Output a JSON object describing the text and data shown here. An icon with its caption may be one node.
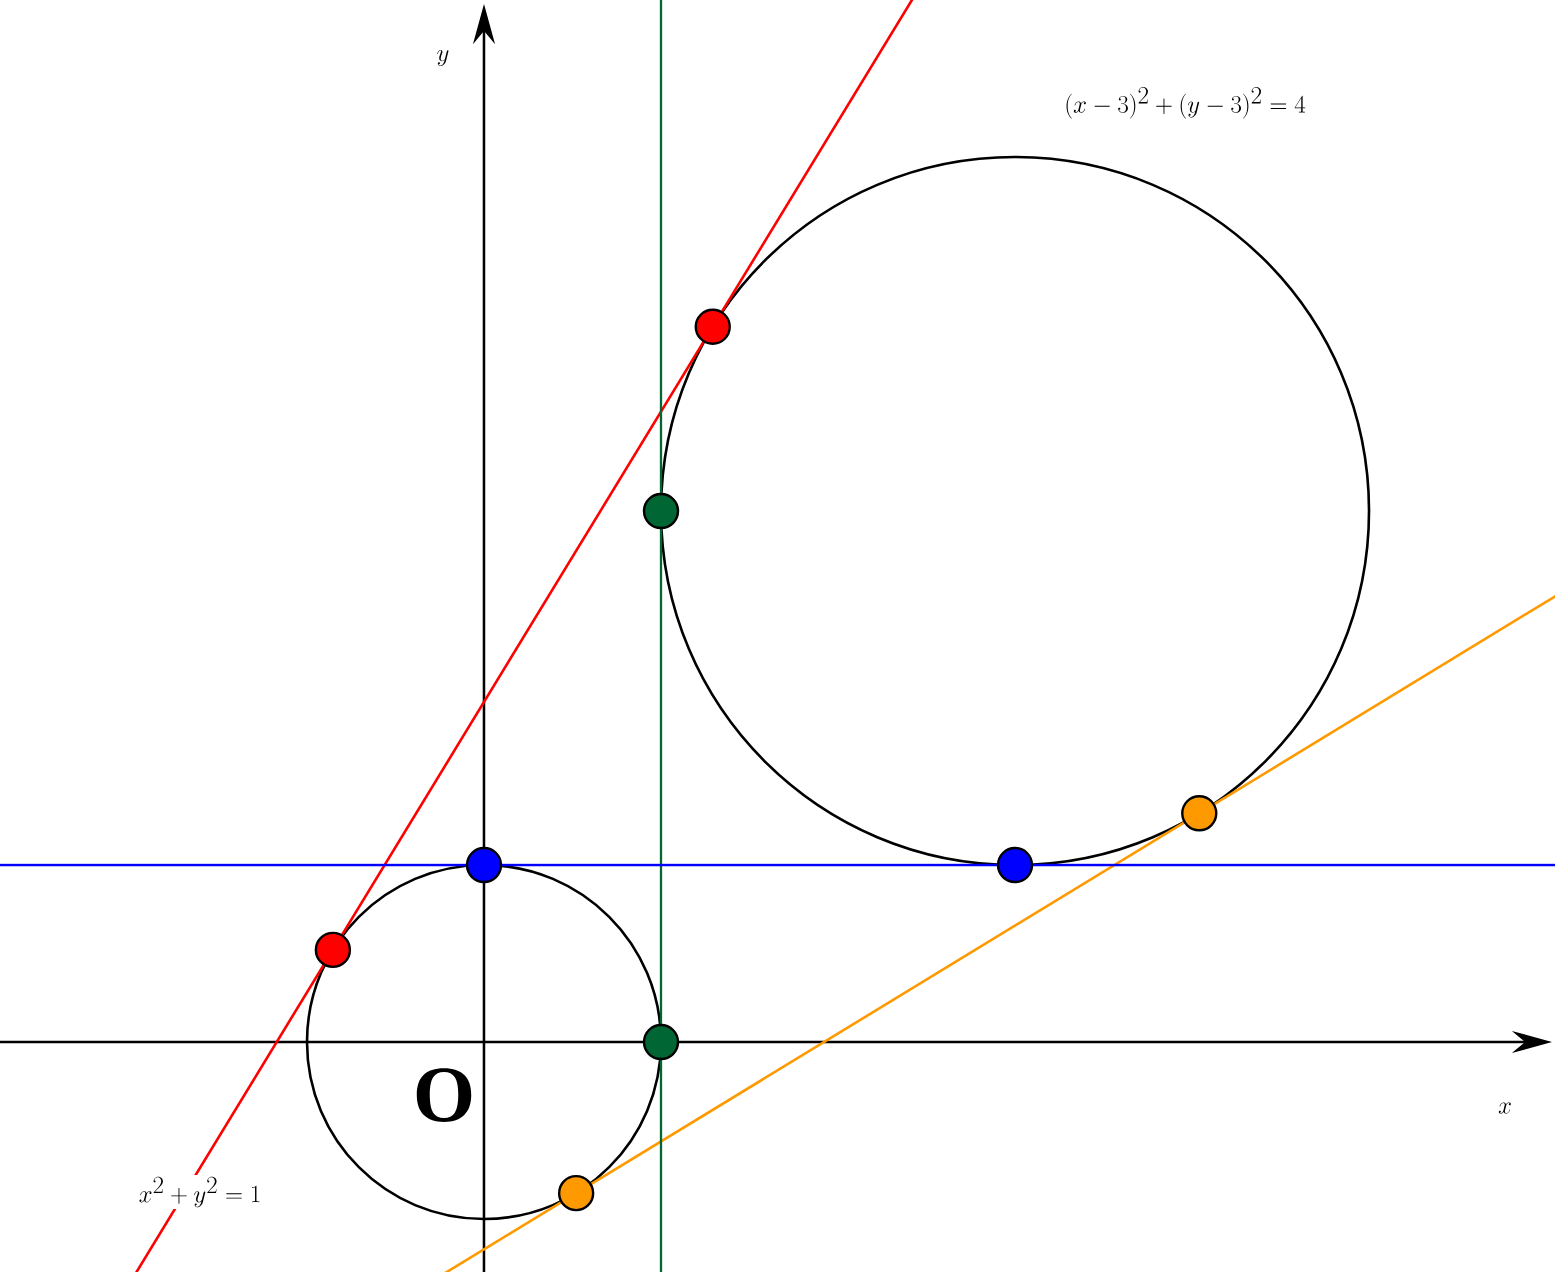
{
  "diagram": {
    "labels": [
      "y",
      "(x-3)^2+(y-3)^2=4",
      "x",
      "O",
      "x^2+y^2=1"
    ]
  }
}
